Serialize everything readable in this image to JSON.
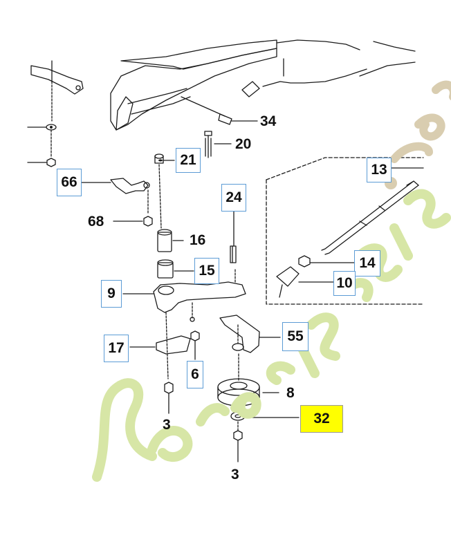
{
  "callouts": [
    {
      "id": "34",
      "boxed": false
    },
    {
      "id": "20",
      "boxed": false
    },
    {
      "id": "21",
      "boxed": true
    },
    {
      "id": "66",
      "boxed": true
    },
    {
      "id": "13",
      "boxed": true
    },
    {
      "id": "24",
      "boxed": true
    },
    {
      "id": "68",
      "boxed": false
    },
    {
      "id": "16",
      "boxed": false
    },
    {
      "id": "15",
      "boxed": true
    },
    {
      "id": "14",
      "boxed": true
    },
    {
      "id": "10",
      "boxed": true
    },
    {
      "id": "9",
      "boxed": true
    },
    {
      "id": "55",
      "boxed": true
    },
    {
      "id": "17",
      "boxed": true
    },
    {
      "id": "6",
      "boxed": true
    },
    {
      "id": "8",
      "boxed": false
    },
    {
      "id": "32",
      "boxed": true,
      "highlighted": true
    },
    {
      "id": "3a",
      "label": "3",
      "boxed": false
    },
    {
      "id": "3b",
      "label": "3",
      "boxed": false
    }
  ],
  "labels": {
    "l34": "34",
    "l20": "20",
    "l21": "21",
    "l66": "66",
    "l13": "13",
    "l24": "24",
    "l68": "68",
    "l16": "16",
    "l15": "15",
    "l14": "14",
    "l10": "10",
    "l9": "9",
    "l55": "55",
    "l17": "17",
    "l6": "6",
    "l8": "8",
    "l32": "32",
    "l3a": "3",
    "l3b": "3"
  },
  "watermark": {
    "text": "forestjardin.com",
    "color": "#d7e6a6",
    "dot_color": "#d9cdb0"
  },
  "colors": {
    "line": "#1a1a1a",
    "callout_border": "#5b9bd5",
    "highlight": "#ffff00"
  }
}
